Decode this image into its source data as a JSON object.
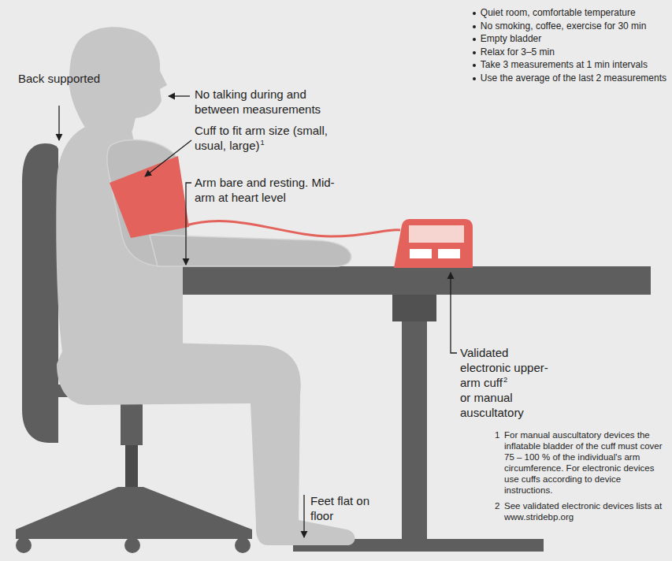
{
  "diagram": {
    "labels": [
      "Quiet room, comfortable temperature",
      "No smoking, coffee, exercise for 30 min",
      "Empty bladder",
      "Relax for 3–5 min",
      "Take 3 measurements at 1 min intervals",
      "Use the average of the last 2 measurements",
      "Back supported",
      "No talking during and between measurements",
      "Cuff to fit arm size (small, usual, large)",
      "1",
      "Arm bare and resting. Mid-arm at heart level",
      "Validated electronic upper-arm cuff",
      "2",
      "or manual auscultatory",
      "Feet flat on floor",
      "1",
      "For manual auscultatory devices the inflatable bladder of the cuff must cover 75 – 100 % of the individual's arm circumference. For electronic devices use cuffs according to device instructions.",
      "2",
      "See validated electronic devices lists at www.stridebp.org"
    ]
  }
}
